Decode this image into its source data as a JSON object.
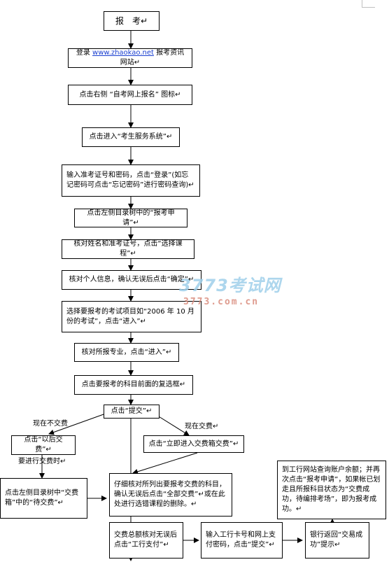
{
  "boxes": {
    "start": "报　考↵",
    "login_prefix": "登录 ",
    "login_link": "www.zhaokao.net",
    "login_suffix": " 报考资讯网站↵",
    "click_icon": "点击右侧 “自考网上报名” 图标↵",
    "enter_system": "点击进入“考生服务系统”↵",
    "input_id": "输入准考证号和密码，点击“登录”(如忘记密码可点击“忘记密码”进行密码查询)↵",
    "apply": "点击左侧目录树中的“报考申请”↵",
    "check_name": "核对姓名和准考证号，点击“选择课程”↵",
    "check_info": "核对个人信息，确认无误后点击“确定”↵",
    "select_exam": "选择要报考的考试项目如“2006 年 10 月份的考试”，点击“进入”↵",
    "check_major": "核对所报专业，点击“进入”↵",
    "select_course": "点击要报考的科目前面的复选框↵",
    "submit": "点击“提交”↵",
    "pay_later": "点击“以后交费”↵",
    "pay_now": "点击“立即进入交费箱交费”↵",
    "pending": "点击左侧目录树中“交费箱”中的“待交费”↵",
    "verify": "仔细核对所列出要报考交费的科目，确认无误后点击“全部交费”↵或在此处进行选错课程的删除。↵",
    "total_check": "交费总额核对无误后点击“工行支付”↵",
    "bank_input": "输入工行卡号和网上支付密码，点击“提交”↵",
    "bank_return": "银行返回“交易成功”提示↵",
    "final": "到工行网站查询账户余额；并再次点击“报考申请”，如果帐已划走且所报科目状态为“交费成功，待编排考场”，即为报考成功。↵"
  },
  "labels": {
    "no_pay": "现在不交费",
    "pay_now": "现在交费↵",
    "need_pay": "要进行交费时↵"
  },
  "watermark": {
    "line1": "3773考试网",
    "line2": "3773.com.cn"
  }
}
